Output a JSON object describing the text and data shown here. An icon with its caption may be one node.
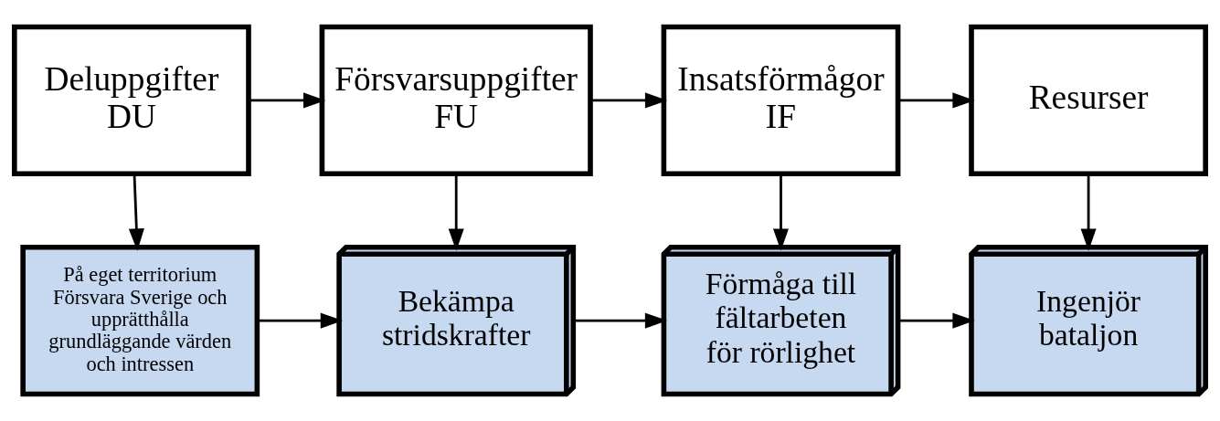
{
  "diagram": {
    "nodes": [
      {
        "text": [
          "Deluppgifter DU"
        ]
      },
      {
        "text": [
          "Försvarsuppgifter FU"
        ]
      },
      {
        "text": [
          "Insatsförmågor IF"
        ]
      },
      {
        "text": [
          "Resurser"
        ]
      },
      {
        "text": [
          "På eget territorium Försvara Sverige och upprätthålla grundläggande värden och intressen"
        ]
      },
      {
        "text": [
          "Bekämpa stridskrafter"
        ]
      },
      {
        "text": [
          "Förmåga till fältarbeten för rörlighet"
        ]
      },
      {
        "text": [
          "Ingenjör bataljon"
        ]
      }
    ],
    "edges": [
      {
        "from": 0,
        "to": 1,
        "arrow": "to"
      },
      {
        "from": 1,
        "to": 2,
        "arrow": "to"
      },
      {
        "from": 2,
        "to": 3,
        "arrow": "to"
      },
      {
        "from": 0,
        "to": 4,
        "arrow": "to"
      },
      {
        "from": 1,
        "to": 5,
        "arrow": "to"
      },
      {
        "from": 2,
        "to": 6,
        "arrow": "to"
      },
      {
        "from": 3,
        "to": 7,
        "arrow": "to"
      },
      {
        "from": 4,
        "to": 5,
        "arrow": "to"
      },
      {
        "from": 5,
        "to": 6,
        "arrow": "to"
      },
      {
        "from": 6,
        "to": 7,
        "arrow": "to"
      }
    ]
  }
}
